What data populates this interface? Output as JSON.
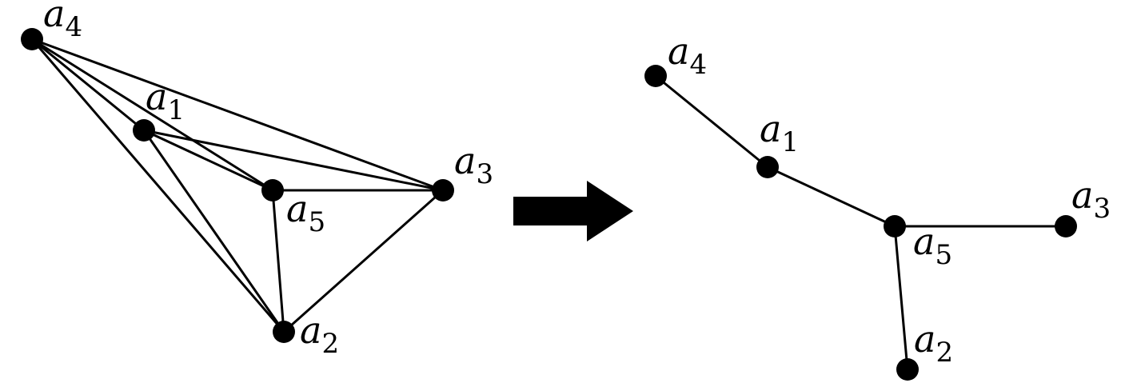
{
  "graphs": {
    "complete": {
      "nodes": [
        {
          "id": "a4",
          "letter": "a",
          "index": "4"
        },
        {
          "id": "a1",
          "letter": "a",
          "index": "1"
        },
        {
          "id": "a5",
          "letter": "a",
          "index": "5"
        },
        {
          "id": "a3",
          "letter": "a",
          "index": "3"
        },
        {
          "id": "a2",
          "letter": "a",
          "index": "2"
        }
      ],
      "edges": [
        [
          "a4",
          "a1"
        ],
        [
          "a4",
          "a5"
        ],
        [
          "a4",
          "a3"
        ],
        [
          "a4",
          "a2"
        ],
        [
          "a1",
          "a5"
        ],
        [
          "a1",
          "a3"
        ],
        [
          "a1",
          "a2"
        ],
        [
          "a5",
          "a3"
        ],
        [
          "a5",
          "a2"
        ],
        [
          "a3",
          "a2"
        ]
      ]
    },
    "tree": {
      "nodes": [
        {
          "id": "a4",
          "letter": "a",
          "index": "4"
        },
        {
          "id": "a1",
          "letter": "a",
          "index": "1"
        },
        {
          "id": "a5",
          "letter": "a",
          "index": "5"
        },
        {
          "id": "a3",
          "letter": "a",
          "index": "3"
        },
        {
          "id": "a2",
          "letter": "a",
          "index": "2"
        }
      ],
      "edges": [
        [
          "a4",
          "a1"
        ],
        [
          "a1",
          "a5"
        ],
        [
          "a5",
          "a3"
        ],
        [
          "a5",
          "a2"
        ]
      ]
    }
  },
  "arrow_icon": "right-arrow-icon",
  "colors": {
    "ink": "#000000",
    "background": "#ffffff"
  }
}
